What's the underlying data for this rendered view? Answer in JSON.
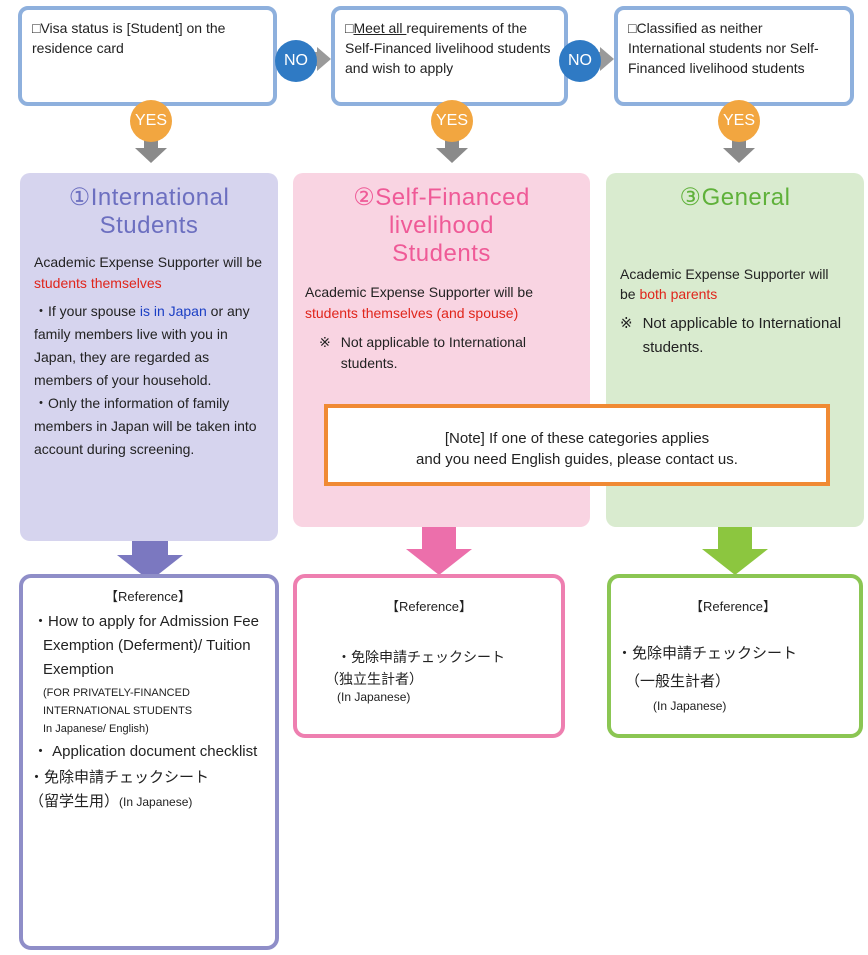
{
  "questions": {
    "q1": "□Visa status is [Student] on the residence card",
    "q2_box": "□",
    "q2_underline": "Meet all ",
    "q2_rest": "requirements of the Self-Financed livelihood students and wish to apply",
    "q3": "□Classified as neither International students nor Self- Financed livelihood students"
  },
  "badges": {
    "no": "NO",
    "yes": "YES"
  },
  "panel1": {
    "title_line1": "①International",
    "title_line2": "Students",
    "supporter_prefix": "Academic Expense Supporter will be ",
    "supporter_value": "students themselves",
    "bullet1_prefix": "・If your spouse ",
    "bullet1_highlight": "is in Japan",
    "bullet1_rest": " or any family members live with you in Japan, they are regarded as members of your household.",
    "bullet2": "・Only the information of family members in Japan will be taken into account during screening."
  },
  "panel2": {
    "title_line1": "②Self-Financed",
    "title_line2": "livelihood",
    "title_line3": "Students",
    "supporter_prefix": "Academic Expense Supporter will be ",
    "supporter_value": "students themselves (and spouse)",
    "note_mark": "※",
    "note_text": "Not applicable to International students."
  },
  "panel3": {
    "title": "③General",
    "supporter_prefix": "Academic Expense Supporter will be ",
    "supporter_value": "both parents",
    "note_mark": "※",
    "note_text": "Not applicable to International students."
  },
  "note": {
    "line1": "[Note]  If one of these categories applies",
    "line2": "and you need English guides, please contact us."
  },
  "ref1": {
    "heading": "【Reference】",
    "item1": "・How to apply for Admission Fee Exemption (Deferment)/ Tuition Exemption",
    "item1_sub1": "(FOR PRIVATELY-FINANCED",
    "item1_sub2": "INTERNATIONAL STUDENTS",
    "item1_sub3": "In Japanese/ English)",
    "item2": "・ Application  document checklist",
    "item3": "・免除申請チェックシート",
    "item3_sub": "（留学生用）",
    "item3_lang": "(In Japanese)"
  },
  "ref2": {
    "heading": "【Reference】",
    "item1": "・免除申請チェックシート",
    "item1_sub": "（独立生計者）",
    "item1_lang": "(In Japanese)"
  },
  "ref3": {
    "heading": "【Reference】",
    "item1": "・免除申請チェックシート",
    "item1_sub": "（一般生計者）",
    "item1_lang": "(In Japanese)"
  },
  "colors": {
    "question_border": "#8eb0dd",
    "no_badge": "#2f7ac4",
    "yes_badge": "#f2a640",
    "panel1_bg": "#d6d4ee",
    "panel1_title": "#6c6fc0",
    "panel2_bg": "#f9d4e2",
    "panel2_title": "#ef5a97",
    "panel3_bg": "#d9ebcf",
    "panel3_title": "#5fb13a",
    "note_border": "#f08a34",
    "ref1_border": "#8f8ec8",
    "ref2_border": "#ee7fb0",
    "ref3_border": "#8bc653",
    "arrow1": "#7b78c0",
    "arrow2": "#ec6fab",
    "arrow3": "#8cc63f"
  }
}
